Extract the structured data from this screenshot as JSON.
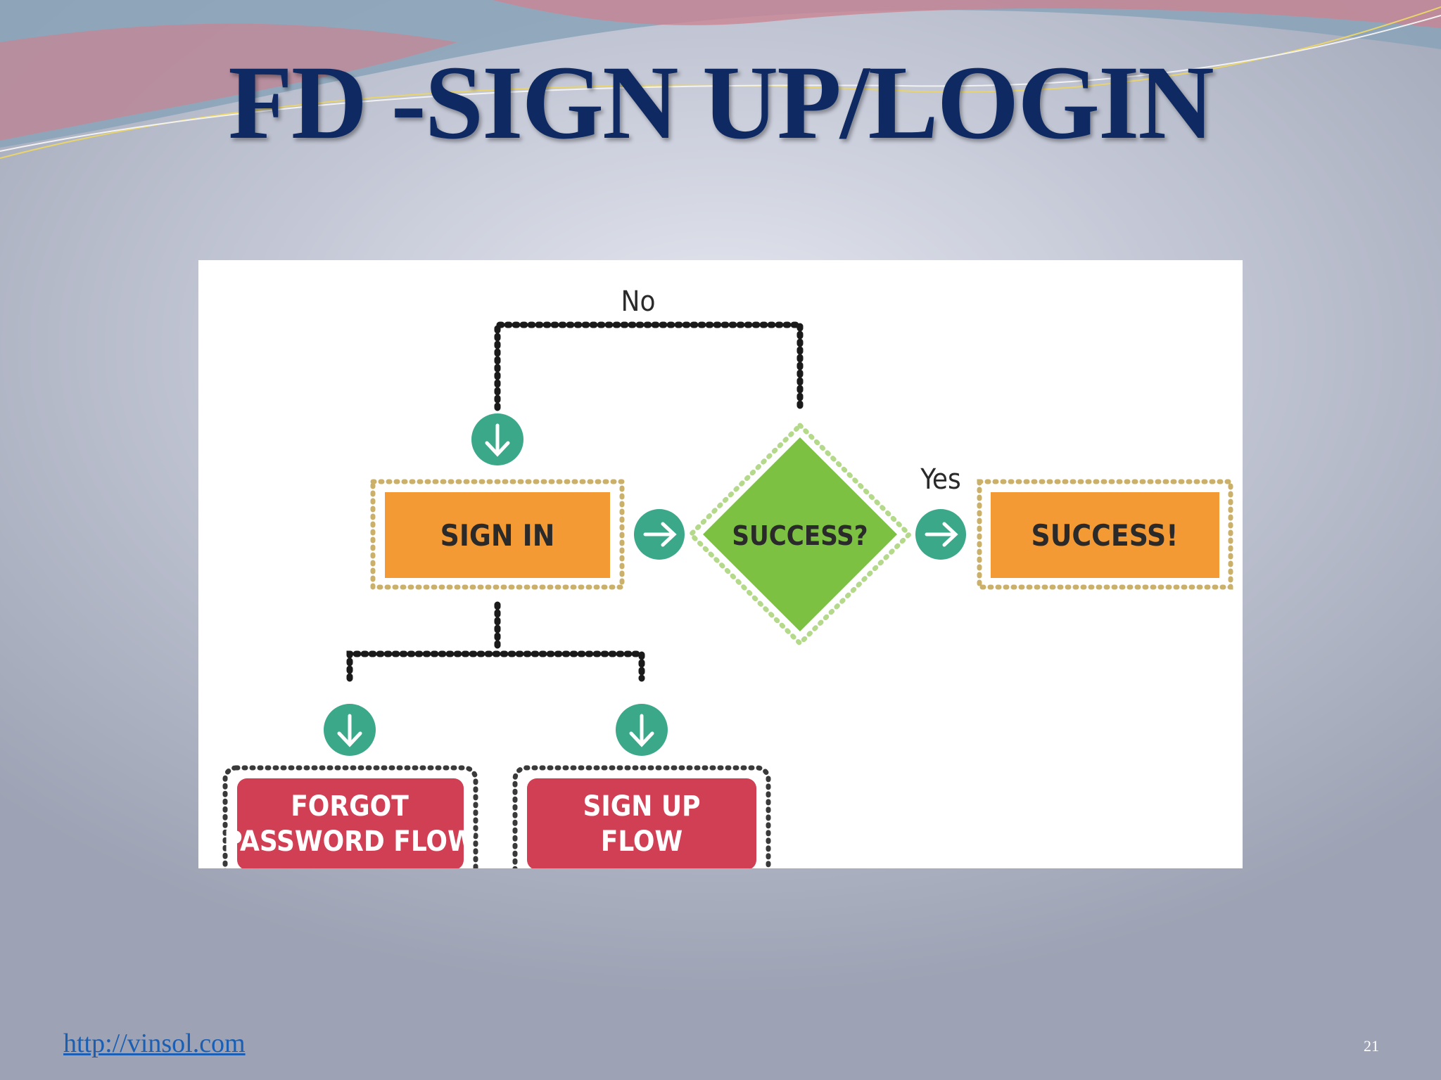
{
  "slide": {
    "title": "FD -SIGN UP/LOGIN",
    "footer_link": "http://vinsol.com",
    "page_number": "21"
  },
  "diagram": {
    "nodes": {
      "sign_in": "SIGN IN",
      "decision": "SUCCESS?",
      "success": "SUCCESS!",
      "forgot_line1": "FORGOT",
      "forgot_line2": "PASSWORD FLOW",
      "signup_line1": "SIGN UP",
      "signup_line2": "FLOW"
    },
    "edges": {
      "no_label": "No",
      "yes_label": "Yes"
    },
    "colors": {
      "process": "#f39a35",
      "decision": "#7dc142",
      "terminal": "#d13f55",
      "arrow_circle": "#3aa889"
    },
    "icons": [
      "arrow-down-icon",
      "arrow-right-icon"
    ]
  }
}
